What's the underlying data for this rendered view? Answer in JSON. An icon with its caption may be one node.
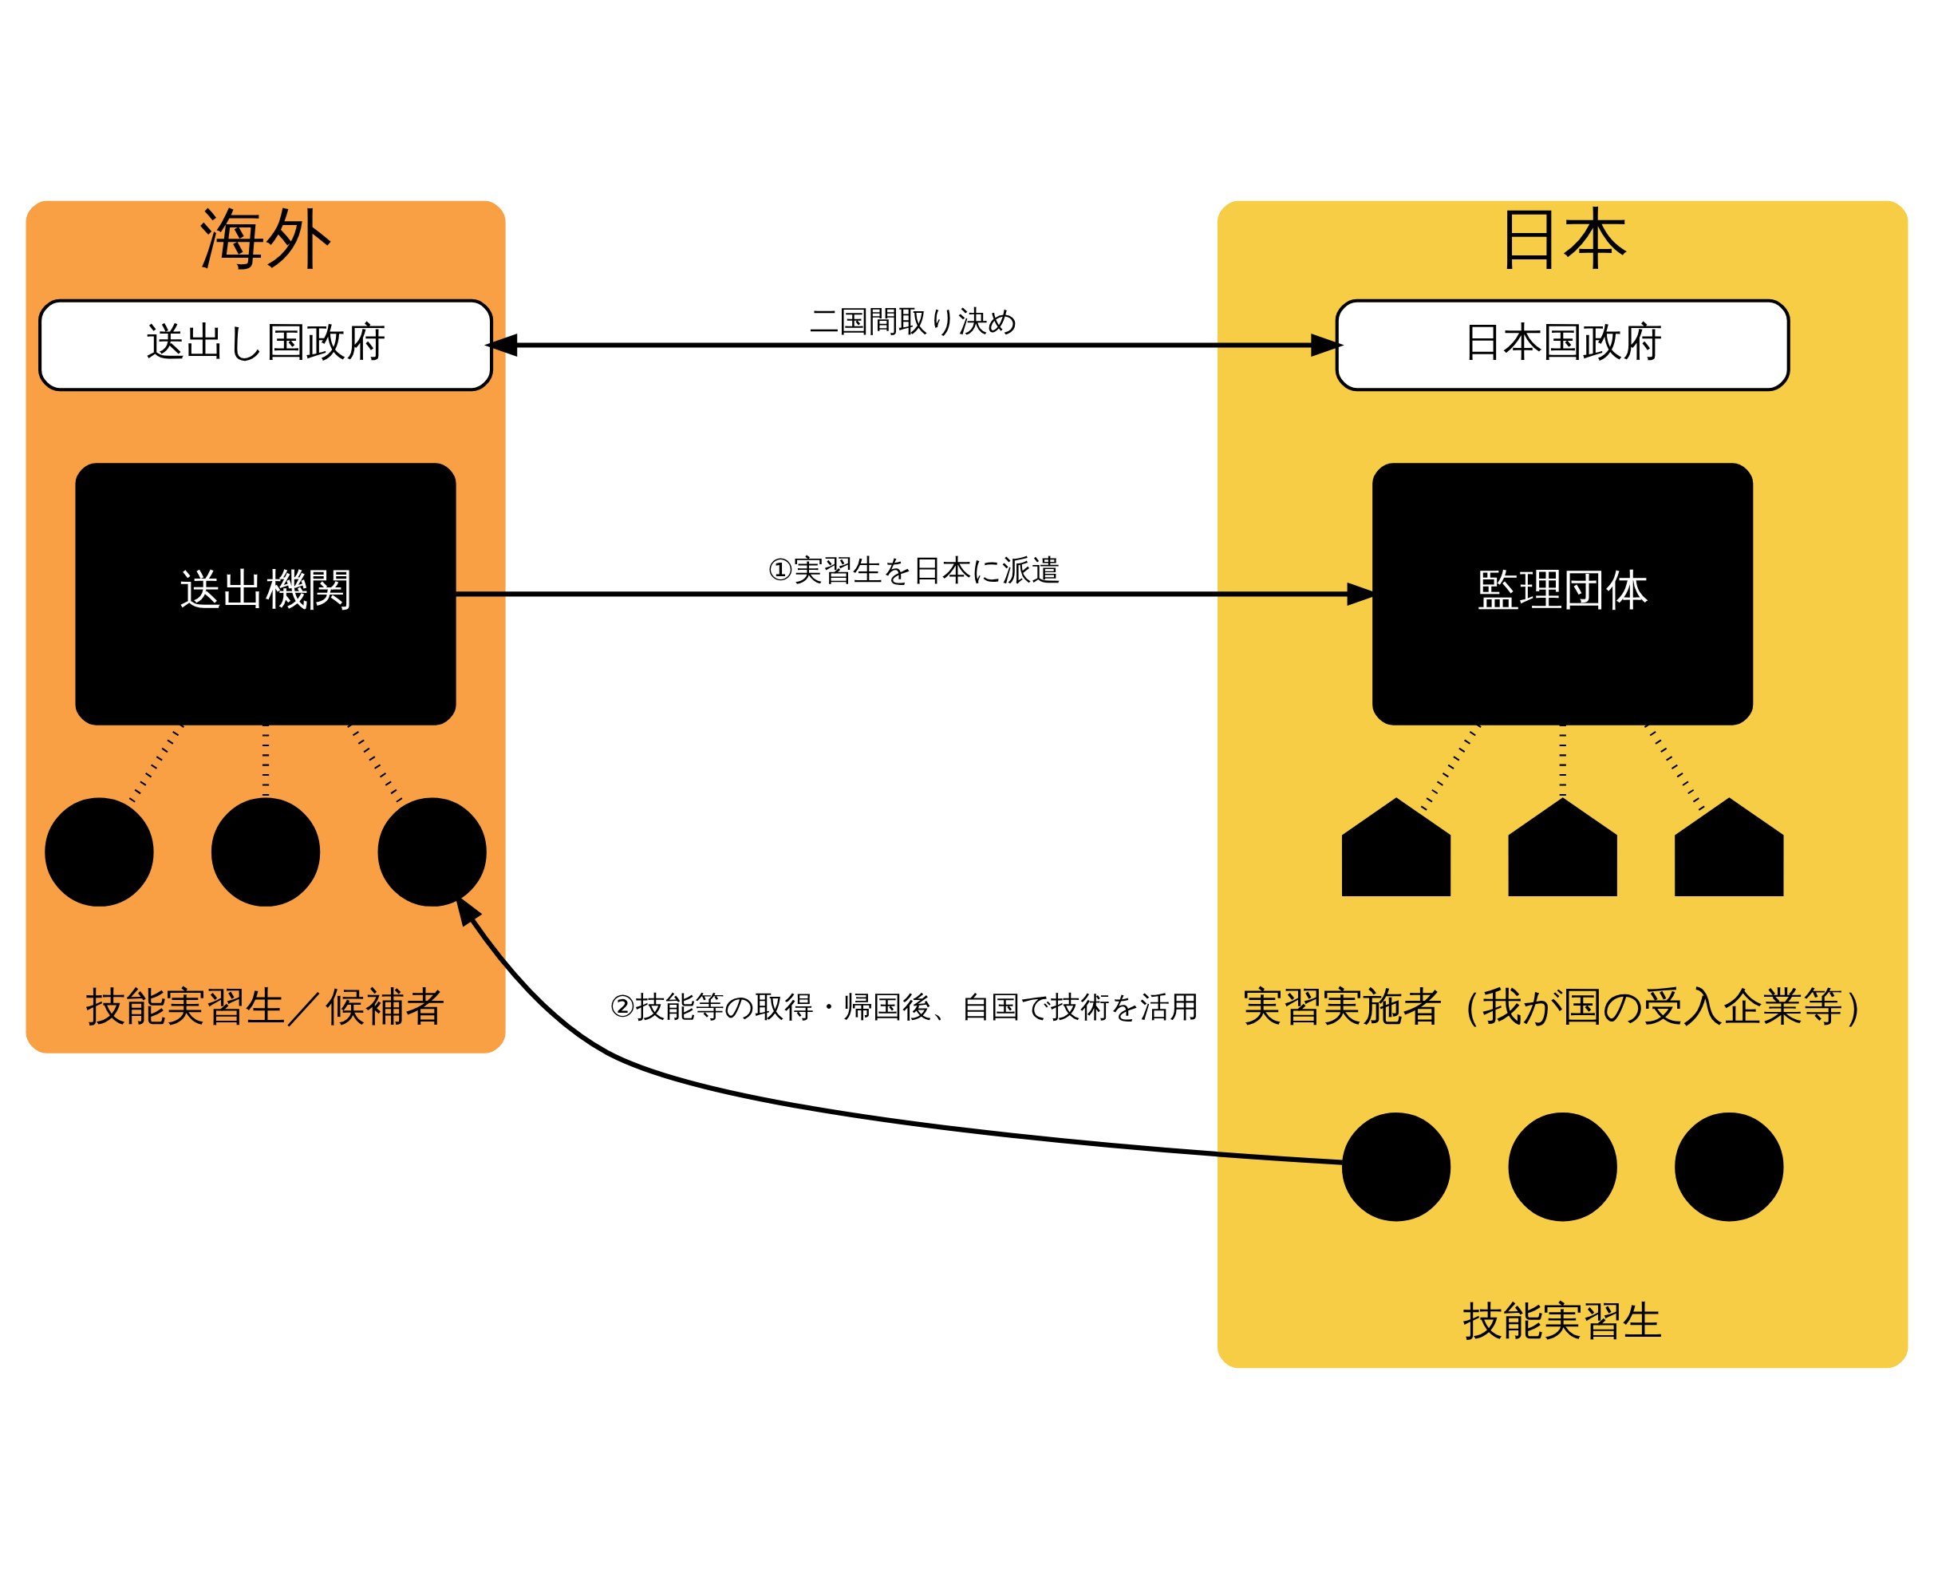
{
  "diagram": {
    "nodes": [
      {
        "text": [
          "海外"
        ]
      },
      {
        "text": [
          "送出し国政府"
        ],
        "in": 0
      },
      {
        "text": [
          "送出機関"
        ],
        "in": 0
      },
      {
        "text": [],
        "shape": "person",
        "in": 0
      },
      {
        "text": [],
        "shape": "person",
        "in": 0
      },
      {
        "text": [],
        "shape": "person",
        "in": 0
      },
      {
        "text": [
          "日本"
        ]
      },
      {
        "text": [
          "日本国政府"
        ],
        "in": 6
      },
      {
        "text": [
          "監理団体"
        ],
        "in": 6
      },
      {
        "text": [],
        "shape": "picture",
        "in": 6
      },
      {
        "text": [],
        "shape": "picture",
        "in": 6
      },
      {
        "text": [],
        "shape": "picture",
        "in": 6
      },
      {
        "text": [],
        "shape": "person",
        "in": 6
      },
      {
        "text": [],
        "shape": "person",
        "in": 6
      },
      {
        "text": [],
        "shape": "person",
        "in": 6
      }
    ],
    "edges": [
      {
        "from": 1,
        "to": 7,
        "arrow": "both",
        "label": "二国間取り決め"
      },
      {
        "from": 2,
        "to": 8,
        "arrow": "to",
        "label": "①実習生を日本に派遣"
      },
      {
        "from": 12,
        "to": 5,
        "arrow": "to",
        "label": "②技能等の取得・帰国後、自国で技術を活用"
      },
      {
        "from": 2,
        "to": 3,
        "arrow": "none",
        "style": "dashed"
      },
      {
        "from": 2,
        "to": 4,
        "arrow": "none",
        "style": "dashed"
      },
      {
        "from": 2,
        "to": 5,
        "arrow": "none",
        "style": "dashed"
      },
      {
        "from": 8,
        "to": 9,
        "arrow": "none",
        "style": "dashed"
      },
      {
        "from": 8,
        "to": 10,
        "arrow": "none",
        "style": "dashed"
      },
      {
        "from": 8,
        "to": 11,
        "arrow": "none",
        "style": "dashed"
      }
    ],
    "labels": [
      "技能実習生／候補者",
      "実習実施者（我が国の受入企業等）",
      "技能実習生"
    ]
  }
}
